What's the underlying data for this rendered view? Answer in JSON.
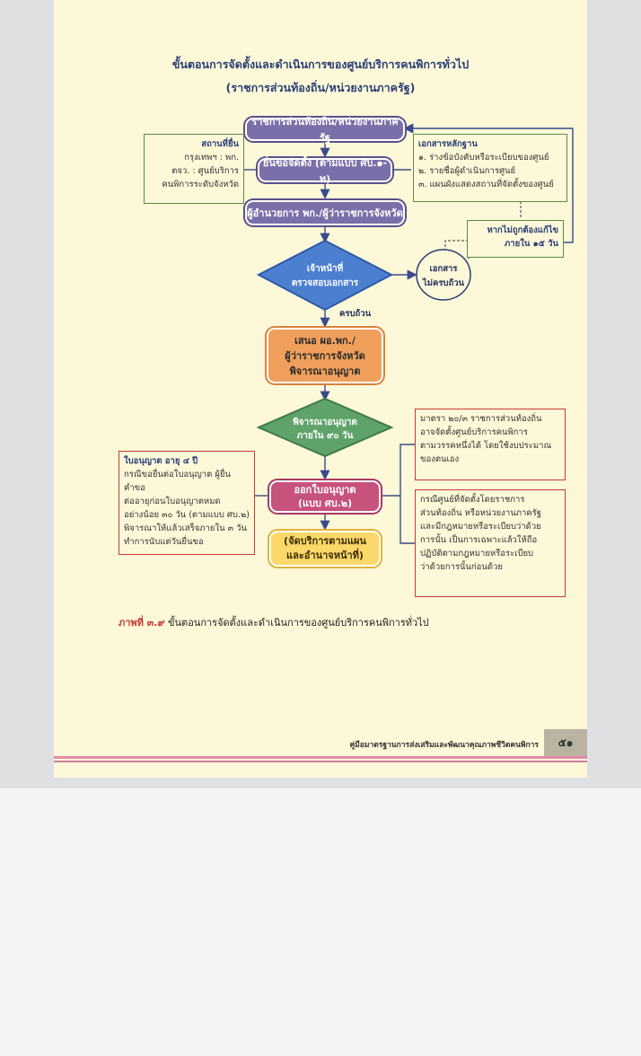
{
  "title": {
    "line1": "ขั้นตอนการจัดตั้งและดำเนินการของศูนย์บริการคนพิการทั่วไป",
    "line2": "(ราชการส่วนท้องถิ่น/หน่วยงานภาครัฐ)"
  },
  "nodes": {
    "n1": "ราชการส่วนท้องถิ่น/หน่วยงานภาครัฐ",
    "n2": "ยื่นขอจัดตั้ง (ตามแบบ ศบ.๑-ท)",
    "n3": "ผู้อำนวยการ พก./ผู้ว่าราชการจังหวัด",
    "d1_line1": "เจ้าหน้าที่",
    "d1_line2": "ตรวจสอบเอกสาร",
    "circle_line1": "เอกสาร",
    "circle_line2": "ไม่ครบถ้วน",
    "complete": "ครบถ้วน",
    "n4_line1": "เสนอ ผอ.พก./",
    "n4_line2": "ผู้ว่าราชการจังหวัด",
    "n4_line3": "พิจารณาอนุญาต",
    "d2_line1": "พิจารณาอนุญาต",
    "d2_line2": "ภายใน ๙๐ วัน",
    "n5_line1": "ออกใบอนุญาต",
    "n5_line2": "(แบบ ศบ.๒)",
    "n6_line1": "(จัดบริการตามแผน",
    "n6_line2": "และอำนาจหน้าที่)"
  },
  "boxes": {
    "where": {
      "heading": "สถานที่ยื่น",
      "lines": [
        "กรุงเทพฯ : พก.",
        "ตจว. : ศูนย์บริการ",
        "คนพิการระดับจังหวัด"
      ]
    },
    "docs": {
      "heading": "เอกสารหลักฐาน",
      "lines": [
        "๑. ร่างข้อบังคับหรือระเบียบของศูนย์",
        "๒. รายชื่อผู้ดำเนินการศูนย์",
        "๓. แผนผังแสดงสถานที่จัดตั้งของศูนย์"
      ]
    },
    "fix": {
      "lines": [
        "หากไม่ถูกต้องแก้ไข",
        "ภายใน ๑๕ วัน"
      ]
    },
    "license": {
      "heading": "ใบอนุญาต อายุ ๔ ปี",
      "lines": [
        "กรณีขอยื่นต่อใบอนุญาต ผู้ยื่นคำขอ",
        "ต่ออายุก่อนใบอนุญาตหมด",
        "อย่างน้อย ๓๐ วัน (ตามแบบ ศบ.๒)",
        "พิจารณาให้แล้วเสร็จภายใน ๓ วัน",
        "ทำการนับแต่วันยื่นขอ"
      ]
    },
    "section": {
      "lines": [
        "มาตรา ๒๐/๓ ราชการส่วนท้องถิ่น",
        "อาจจัดตั้งศูนย์บริการคนพิการ",
        "ตามวรรคหนึ่งได้ โดยใช้งบประมาณ",
        "ของตนเอง"
      ]
    },
    "case": {
      "lines": [
        "กรณีศูนย์ที่จัดตั้งโดยราชการ",
        "ส่วนท้องถิ่น หรือหน่วยงานภาครัฐ",
        "และมีกฎหมายหรือระเบียบว่าด้วย",
        "การนั้น เป็นการเฉพาะแล้วให้ถือ",
        "ปฏิบัติตามกฎหมายหรือระเบียบ",
        "ว่าด้วยการนั้นก่อนด้วย"
      ]
    }
  },
  "caption": {
    "prefix": "ภาพที่ ๓.๙",
    "text": "ขั้นตอนการจัดตั้งและดำเนินการของศูนย์บริการคนพิการทั่วไป"
  },
  "footer": {
    "text": "คู่มือมาตรฐานการส่งเสริมและพัฒนาคุณภาพชีวิตคนพิการ",
    "page": "๕๑"
  },
  "colors": {
    "purple": "#7a6fa8",
    "diamond": "#4d7fd0",
    "orange": "#f0a05c",
    "rose": "#c7527c",
    "yellow": "#fbd86a",
    "green_box": "#5c8a4a",
    "red_box": "#c33a3a"
  }
}
